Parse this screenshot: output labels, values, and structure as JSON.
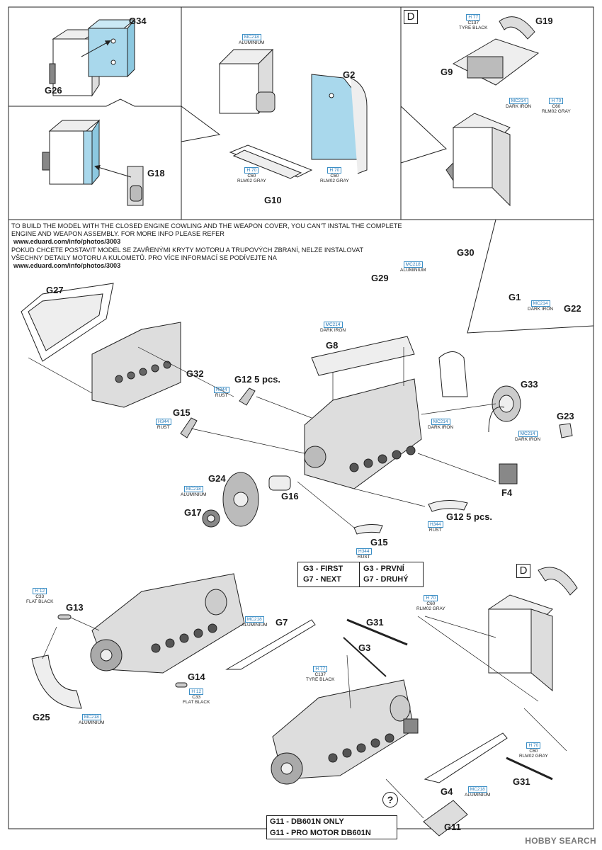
{
  "sequence_labels": {
    "g34": "G34",
    "g26": "G26",
    "g18": "G18",
    "g2": "G2",
    "g10": "G10",
    "g19": "G19",
    "g9": "G9",
    "g30": "G30",
    "g29": "G29",
    "g1": "G1",
    "g22": "G22",
    "g27": "G27",
    "g8": "G8",
    "g32": "G32",
    "g12_top": "G12 5 pcs.",
    "g15_left": "G15",
    "g33": "G33",
    "g23": "G23",
    "f4": "F4",
    "g24": "G24",
    "g16": "G16",
    "g17": "G17",
    "g12_bottom": "G12 5 pcs.",
    "g15_bottom": "G15",
    "g13": "G13",
    "g14": "G14",
    "g25": "G25",
    "g7": "G7",
    "g31_top": "G31",
    "g3": "G3",
    "g4": "G4",
    "g31_bottom": "G31",
    "g11": "G11"
  },
  "box_d": "D",
  "paints": {
    "mc218_top": {
      "code": "MC218",
      "name": "ALUMINIUM"
    },
    "h70_g10": {
      "code": "H 70",
      "name": "C60",
      "sub": "RLM02 GRAY"
    },
    "h70_g2": {
      "code": "H 70",
      "name": "C60",
      "sub": "RLM02 GRAY"
    },
    "h77_g19": {
      "code": "H 77",
      "name": "C137",
      "sub": "TYRE BLACK"
    },
    "mc214_g9": {
      "code": "MC214",
      "name": "DARK IRON"
    },
    "h70_g9": {
      "code": "H 70",
      "name": "C60",
      "sub": "RLM02 GRAY"
    },
    "mc218_g29": {
      "code": "MC218",
      "name": "ALUMINIUM"
    },
    "mc214_g1": {
      "code": "MC214",
      "name": "DARK IRON"
    },
    "mc214_g8": {
      "code": "MC214",
      "name": "DARK IRON"
    },
    "h344_g12": {
      "code": "H344",
      "name": "RUST"
    },
    "h344_g15": {
      "code": "H344",
      "name": "RUST"
    },
    "mc214_engine": {
      "code": "MC214",
      "name": "DARK IRON"
    },
    "mc214_g23": {
      "code": "MC214",
      "name": "DARK IRON"
    },
    "mc218_g24": {
      "code": "MC218",
      "name": "ALUMINIUM"
    },
    "h344_g12b": {
      "code": "H344",
      "name": "RUST"
    },
    "h344_g15b": {
      "code": "H344",
      "name": "RUST"
    },
    "h12_g13": {
      "code": "H 12",
      "name": "C33",
      "sub": "FLAT BLACK"
    },
    "h12_g14": {
      "code": "H 12",
      "name": "C33",
      "sub": "FLAT BLACK"
    },
    "mc218_g25": {
      "code": "MC218",
      "name": "ALUMINIUM"
    },
    "mc218_g7": {
      "code": "MC218",
      "name": "ALUMINIUM"
    },
    "h70_g31": {
      "code": "H 70",
      "name": "C60",
      "sub": "RLM02 GRAY"
    },
    "h77_g3": {
      "code": "H 77",
      "name": "C137",
      "sub": "TYRE BLACK"
    },
    "h70_g31b": {
      "code": "H 70",
      "name": "C60",
      "sub": "RLM02 GRAY"
    },
    "mc218_g4": {
      "code": "MC218",
      "name": "ALUMINIUM"
    }
  },
  "note": {
    "en_line1": "TO BUILD THE MODEL WITH THE CLOSED ENGINE COWLING AND THE WEAPON COVER, YOU CAN'T INSTAL THE COMPLETE",
    "en_line2": "ENGINE AND WEAPON ASSEMBLY. FOR MORE INFO PLEASE REFER",
    "en_url": "www.eduard.com/info/photos/3003",
    "cz_line1": "POKUD CHCETE POSTAVIT MODEL SE ZAVŘENÝMI KRYTY MOTORU A TRUPOVÝCH ZBRANÍ, NELZE INSTALOVAT",
    "cz_line2": "VŠECHNY DETAILY MOTORU A KULOMETŮ. PRO VÍCE INFORMACÍ SE PODÍVEJTE NA",
    "cz_url": "www.eduard.com/info/photos/3003"
  },
  "sequence_box": {
    "r1c1": "G3 - FIRST",
    "r1c2": "G3 - PRVNÍ",
    "r2c1": "G7 - NEXT",
    "r2c2": "G7 - DRUHÝ"
  },
  "variant_box": {
    "line1": "G11 - DB601N ONLY",
    "line2": "G11 - PRO MOTOR DB601N"
  },
  "question_mark": "?",
  "watermark": "HOBBY SEARCH",
  "colors": {
    "highlight_blue": "#a9d8ec",
    "paint_code_blue": "#2a7bb8",
    "line": "#222222"
  }
}
